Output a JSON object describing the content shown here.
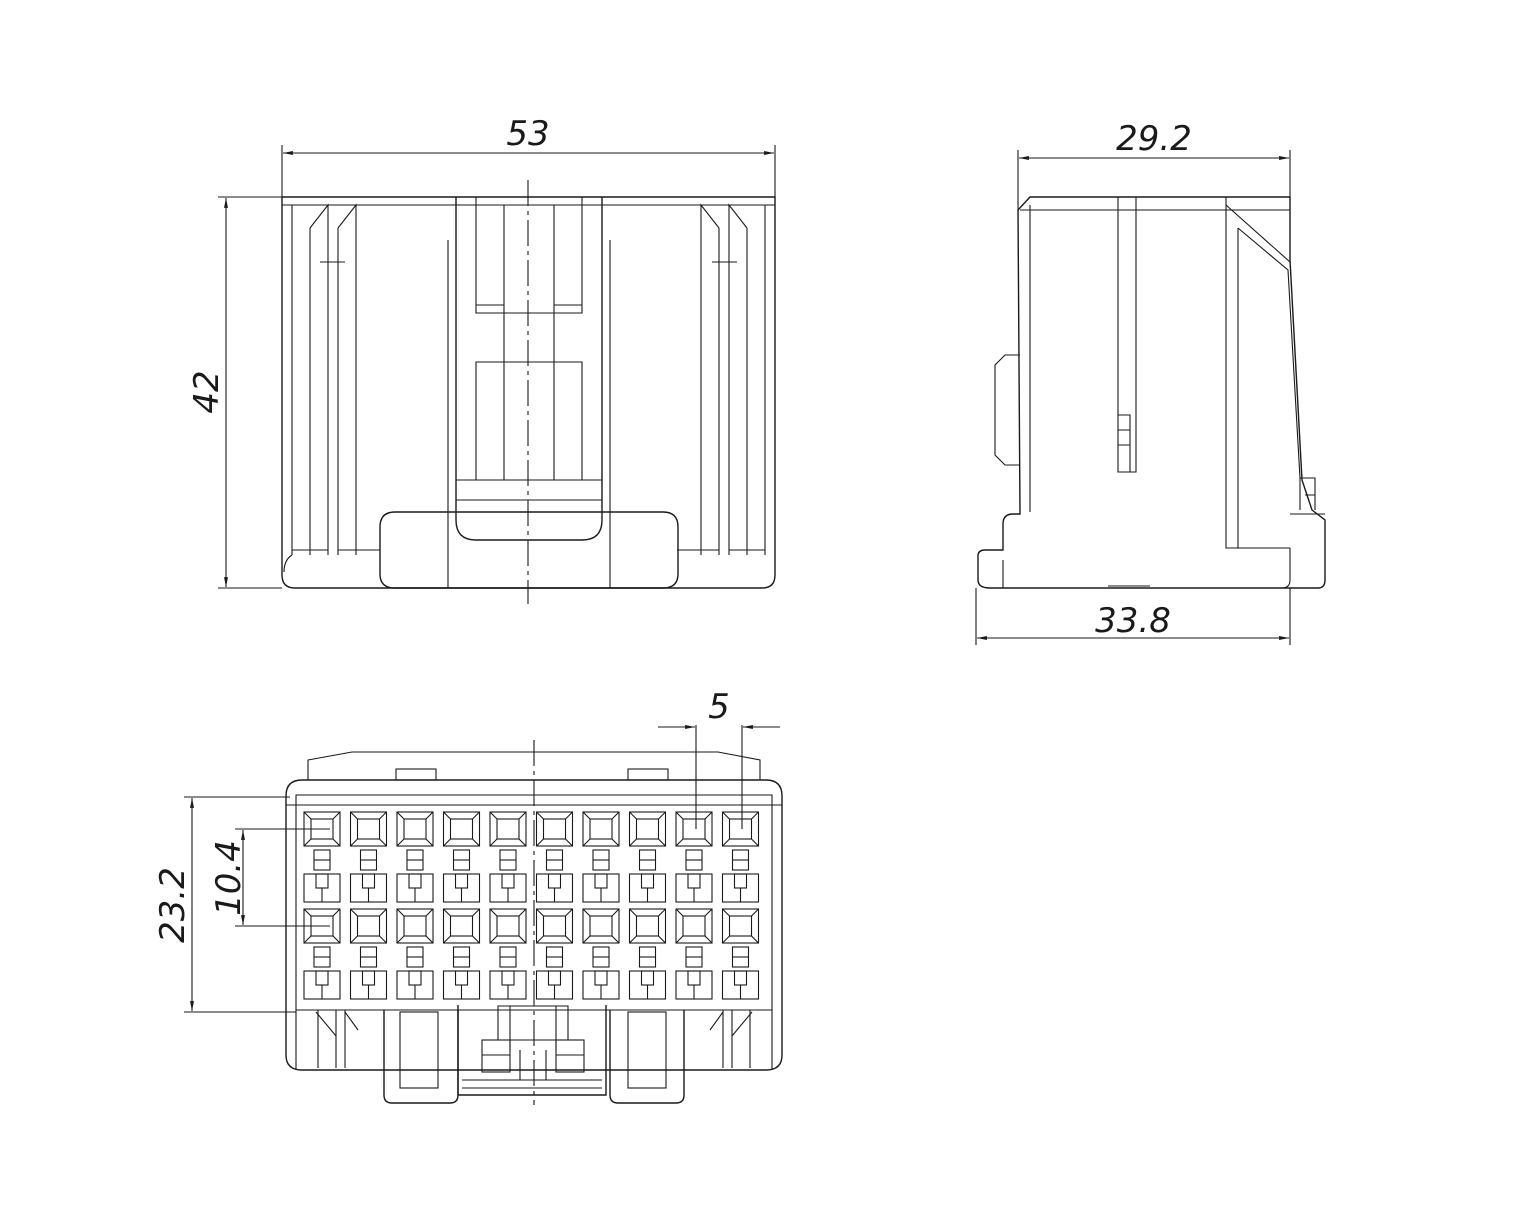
{
  "dimensions": {
    "front_width": "53",
    "front_height": "42",
    "side_top_width": "29.2",
    "side_bottom_width": "33.8",
    "bottom_pitch": "5",
    "bottom_height": "23.2",
    "bottom_row_pitch": "10.4"
  },
  "line_color": "#1a1a1a",
  "background_color": "#ffffff"
}
